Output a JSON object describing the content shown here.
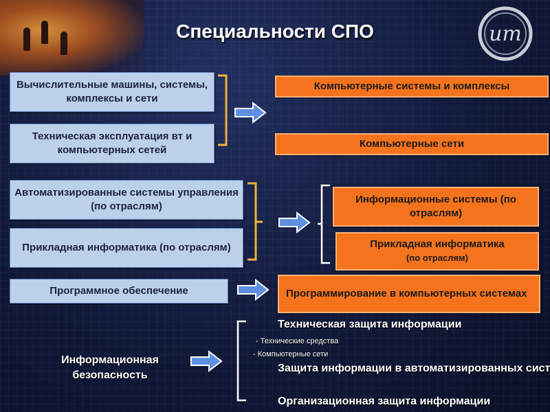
{
  "title": "Специальности СПО",
  "logo_text": "ит",
  "left": {
    "box1": "Вычислительные машины, системы, комплексы и сети",
    "box2": "Техническая эксплуатация вт и компьютерных сетей",
    "box3": "Автоматизированные системы управления (по отраслям)",
    "box4": "Прикладная информатика (по отраслям)",
    "box5": "Программное обеспечение",
    "security": "Информационная безопасность"
  },
  "right": {
    "box1": "Компьютерные системы и комплексы",
    "box2": "Компьютерные сети",
    "box3": "Информационные системы (по отраслям)",
    "box4_main": "Прикладная информатика",
    "box4_sub": "(по отраслям)",
    "box5": "Программирование в компьютерных системах",
    "sec1": "Техническая защита информации",
    "sec1_sub1": "- Технические средства",
    "sec1_sub2": "- Компьютерные сети",
    "sec2": "Защита информации в автоматизированных системах",
    "sec3": "Организационная защита информации"
  },
  "colors": {
    "left_box": "#bcd0ec",
    "right_box": "#f6731e",
    "background": "#0f1633",
    "arrow": "#5e8fe0"
  }
}
